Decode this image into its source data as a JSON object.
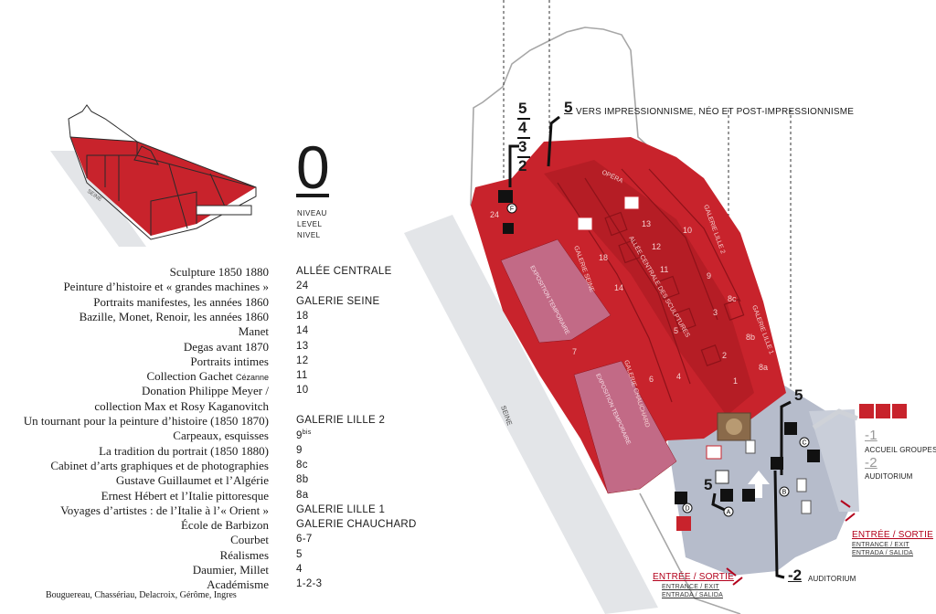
{
  "level": {
    "number": "0",
    "words": [
      "NIVEAU",
      "LEVEL",
      "NIVEL"
    ]
  },
  "legend": [
    {
      "name": "Sculpture 1850  1880",
      "room": "ALLÉE CENTRALE"
    },
    {
      "name": "Peinture d’histoire et « grandes machines »",
      "room": "24"
    },
    {
      "name": "Portraits manifestes, les années 1860",
      "room": "GALERIE SEINE"
    },
    {
      "name": "Bazille, Monet, Renoir, les années 1860",
      "room": "18"
    },
    {
      "name": "Manet",
      "room": "14"
    },
    {
      "name": "Degas avant 1870",
      "room": "13"
    },
    {
      "name": "Portraits intimes",
      "room": "12"
    },
    {
      "name": "Collection Gachet",
      "name_note": "Cézanne",
      "room": "11"
    },
    {
      "name": "Donation Philippe Meyer /",
      "room": "10"
    },
    {
      "name": "collection Max et Rosy Kaganovitch",
      "room": ""
    },
    {
      "name": "Un tournant pour la peinture d’histoire (1850  1870)",
      "room": "GALERIE LILLE 2"
    },
    {
      "name": "Carpeaux, esquisses",
      "room": "9",
      "room_sup": "bis"
    },
    {
      "name": "La tradition du portrait (1850  1880)",
      "room": "9"
    },
    {
      "name": "Cabinet d’arts graphiques et de photographies",
      "room": "8c"
    },
    {
      "name": "Gustave Guillaumet et l’Algérie",
      "room": "8b"
    },
    {
      "name": "Ernest Hébert et l’Italie pittoresque",
      "room": "8a"
    },
    {
      "name": "Voyages d’artistes : de l’Italie à l’« Orient »",
      "room": "GALERIE LILLE 1"
    },
    {
      "name": "École de Barbizon",
      "room": "GALERIE CHAUCHARD"
    },
    {
      "name": "Courbet",
      "room": "6-7"
    },
    {
      "name": "Réalismes",
      "room": "5"
    },
    {
      "name": "Daumier, Millet",
      "room": "4"
    },
    {
      "name": "Académisme",
      "room": "1-2-3"
    }
  ],
  "legend_footnote": "Bouguereau, Chassériau, Delacroix, Gérôme, Ingres",
  "map": {
    "seine_small": "SEINE",
    "seine_big": "SEINE",
    "stair_levels": [
      "5",
      "4",
      "3",
      "2"
    ],
    "vers_number": "5",
    "vers_text": "VERS IMPRESSIONNISME, NÉO ET POST-IMPRESSIONNISME",
    "lift_right": "5",
    "lift_left": "5",
    "accueil_num": "-1",
    "accueil_text": "ACCUEIL GROUPES",
    "auditorium_num_1": "-2",
    "auditorium_text_1": "AUDITORIUM",
    "auditorium_num_2": "-2",
    "auditorium_text_2": "AUDITORIUM",
    "entree_right": "ENTRÉE / SORTIE",
    "entree_right_sub1": "ENTRANCE / EXIT",
    "entree_right_sub2": "ENTRADA / SALIDA",
    "entree_left": "ENTRÉE / SORTIE",
    "entree_left_sub1": "ENTRANCE / EXIT",
    "entree_left_sub2": "ENTRADA / SALIDA",
    "galerie_seine": "GALERIE SEINE",
    "allee_centrale": "ALLÉE CENTRALE DES SCULPTURES",
    "galerie_chauchard": "GALERIE CHAUCHARD",
    "galerie_lille2": "GALERIE LILLE 2",
    "galerie_lille1": "GALERIE LILLE 1",
    "opera": "OPÉRA",
    "expo1": "EXPOSITION TEMPORAIRE",
    "expo2": "EXPOSITION TEMPORAIRE",
    "rooms": [
      "24",
      "18",
      "14",
      "13",
      "12",
      "11",
      "10",
      "9",
      "8c",
      "8b",
      "8a",
      "7",
      "6",
      "5",
      "4",
      "3",
      "2",
      "1"
    ],
    "markers": [
      "F",
      "A",
      "B",
      "C",
      "D"
    ]
  },
  "colors": {
    "museum_red": "#c8232c",
    "dark_red": "#8e1219",
    "pink": "#c26a86",
    "blue_grey": "#b6bccb",
    "seine_grey": "#e3e5e8"
  }
}
